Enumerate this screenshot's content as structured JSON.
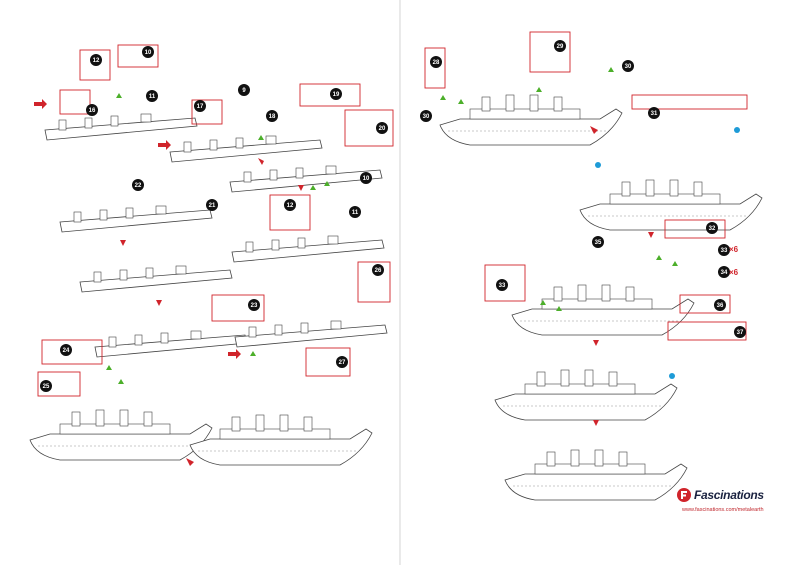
{
  "steps_left": [
    "10",
    "11",
    "12",
    "16",
    "17",
    "9",
    "18",
    "19",
    "20",
    "10",
    "22",
    "21",
    "12",
    "11",
    "23",
    "26",
    "24",
    "25",
    "27"
  ],
  "steps_right": [
    "29",
    "28",
    "30",
    "30",
    "31",
    "32",
    "35",
    "33",
    "34",
    "33",
    "36",
    "37"
  ],
  "repeat_labels": {
    "x6_a": "×6",
    "x6_b": "×6"
  },
  "brand": {
    "name": "Fascinations",
    "url": "www.fascinations.com/metalearth"
  },
  "colors": {
    "callout": "#d0242b",
    "arrow": "#d0242b",
    "green": "#4caf2a",
    "blue": "#1e9bd7",
    "line": "#444444"
  }
}
